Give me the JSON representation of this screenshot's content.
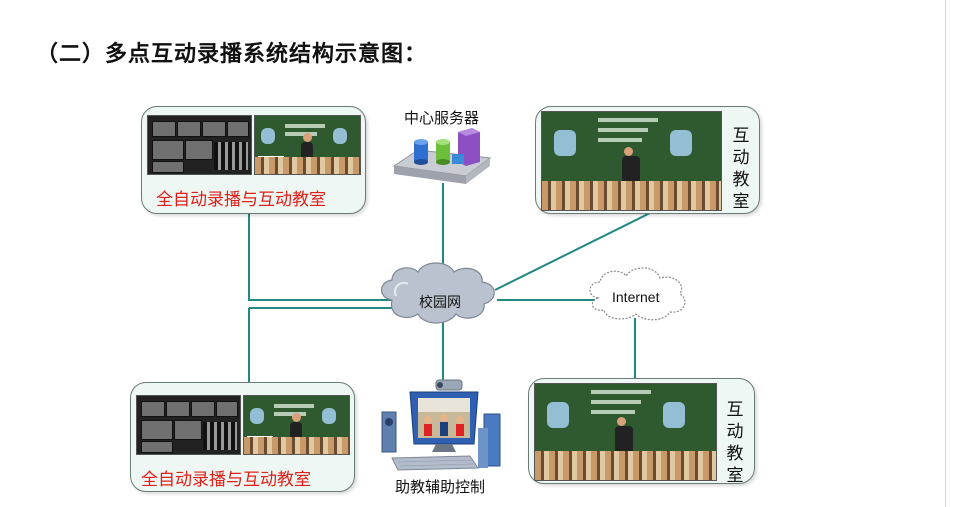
{
  "title": "（二）多点互动录播系统结构示意图：",
  "nodes": {
    "recording_room_top": "全自动录播与互动教室",
    "recording_room_bottom": "全自动录播与互动教室",
    "central_server": "中心服务器",
    "campus_network": "校园网",
    "internet": "Internet",
    "classroom_top": "互动教室",
    "classroom_bottom": "互动教室",
    "assistant_control": "助教辅助控制"
  },
  "colors": {
    "link": "#1f8a80",
    "caption": "#e0201a",
    "card_border": "#6b7b78",
    "card_fill": "#eef7f3"
  },
  "icons": [
    "cloud-icon",
    "server-icon",
    "computer-icon",
    "camera-icon"
  ]
}
